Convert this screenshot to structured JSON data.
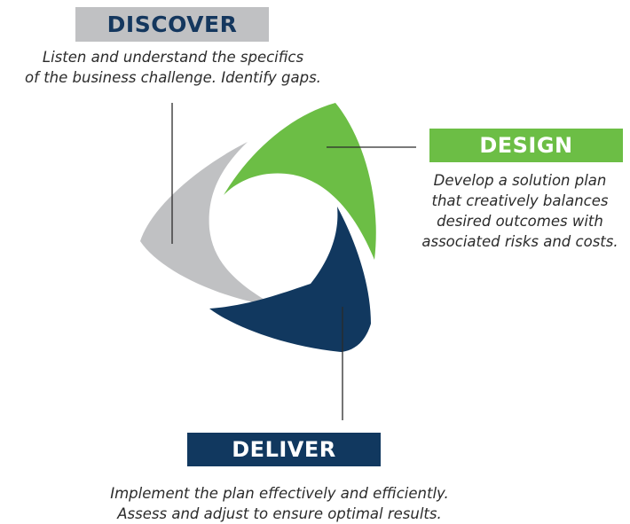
{
  "stages": {
    "discover": {
      "title": "DISCOVER",
      "lines": [
        "Listen and understand the specifics",
        "of the business challenge. Identify gaps."
      ],
      "color": "#c0c1c3",
      "title_color": "#14375e"
    },
    "design": {
      "title": "DESIGN",
      "lines": [
        "Develop a solution plan",
        "that creatively balances",
        "desired outcomes with",
        "associated risks and costs."
      ],
      "color": "#6cbe45",
      "title_color": "#ffffff"
    },
    "deliver": {
      "title": "DELIVER",
      "lines": [
        "Implement the plan effectively and efficiently.",
        "Assess and adjust to ensure optimal results."
      ],
      "color": "#11385f",
      "title_color": "#ffffff"
    }
  }
}
